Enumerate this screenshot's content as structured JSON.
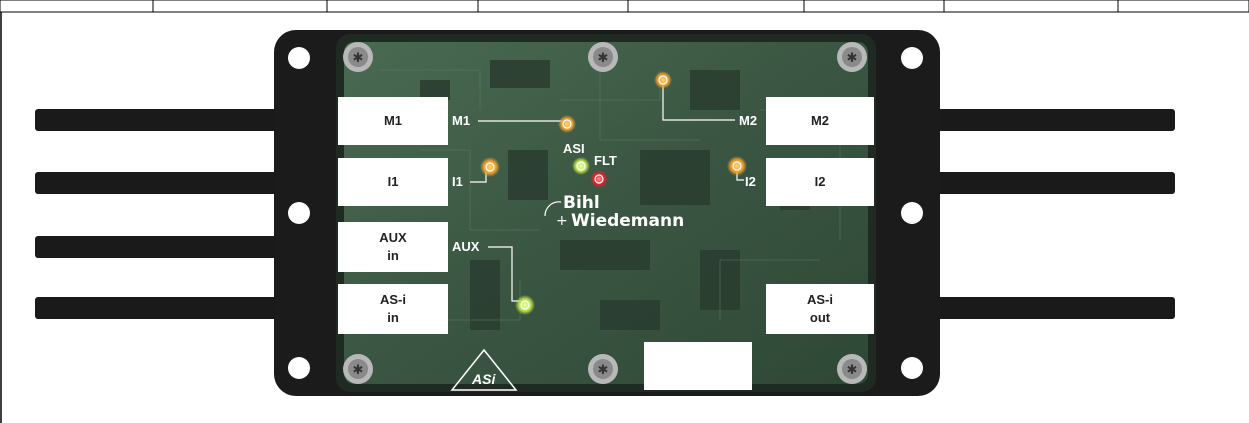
{
  "connectors": {
    "m1": "M1",
    "i1": "I1",
    "aux_in": "AUX\nin",
    "asi_in": "AS-i\nin",
    "m2": "M2",
    "i2": "I2",
    "asi_out": "AS-i\nout"
  },
  "callouts": {
    "m1": "M1",
    "i1": "I1",
    "aux": "AUX",
    "asi": "ASI",
    "flt": "FLT",
    "m2": "M2",
    "i2": "I2"
  },
  "brand": {
    "line1": "Bihl",
    "plus": "+",
    "line2": "Wiedemann"
  },
  "asi_logo_text": "ASi",
  "colors": {
    "led_orange": "#f0a030",
    "led_green": "#b8e04a",
    "led_red": "#e0202a",
    "board": "#3d5a45",
    "housing": "#1b1b1b"
  }
}
